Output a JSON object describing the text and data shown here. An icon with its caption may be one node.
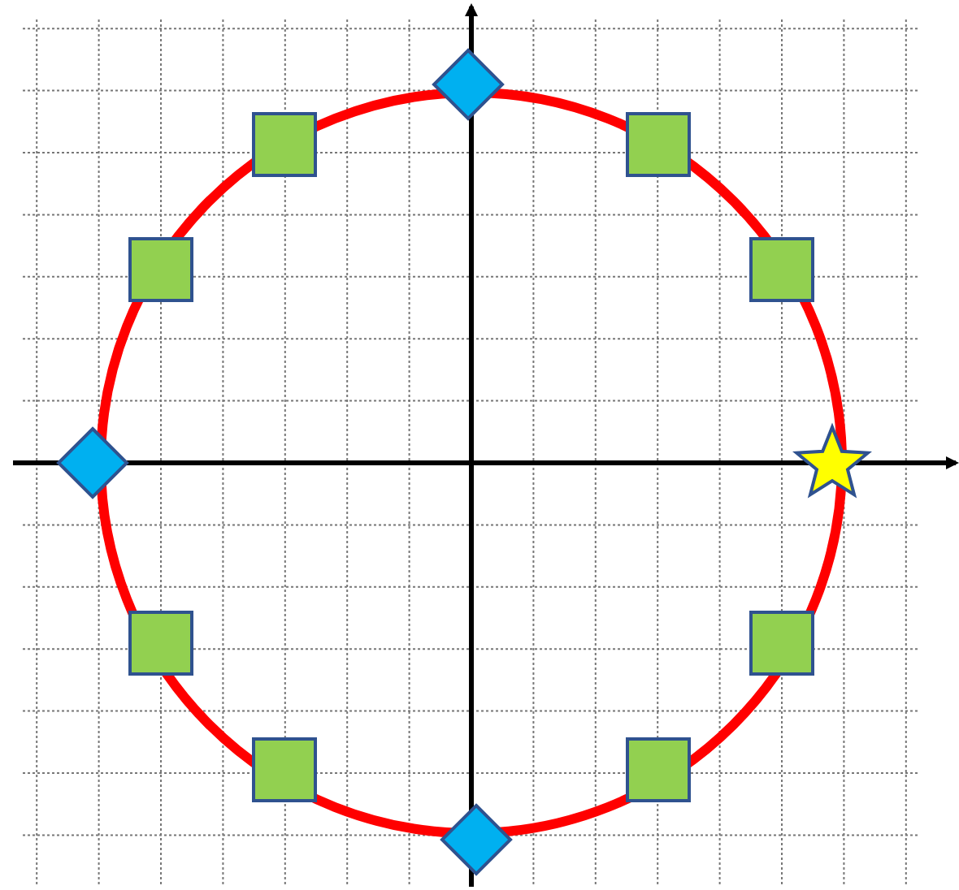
{
  "diagram": {
    "nodes": [
      {
        "text": [],
        "shape": "diamond"
      },
      {
        "text": [],
        "shape": "box"
      },
      {
        "text": [],
        "shape": "box"
      },
      {
        "text": [],
        "shape": "box"
      },
      {
        "text": [],
        "shape": "box"
      },
      {
        "text": [],
        "shape": "diamond"
      },
      {
        "text": [],
        "shape": "star"
      },
      {
        "text": [],
        "shape": "box"
      },
      {
        "text": [],
        "shape": "box"
      },
      {
        "text": [],
        "shape": "box"
      },
      {
        "text": [],
        "shape": "box"
      },
      {
        "text": [],
        "shape": "diamond"
      }
    ]
  }
}
